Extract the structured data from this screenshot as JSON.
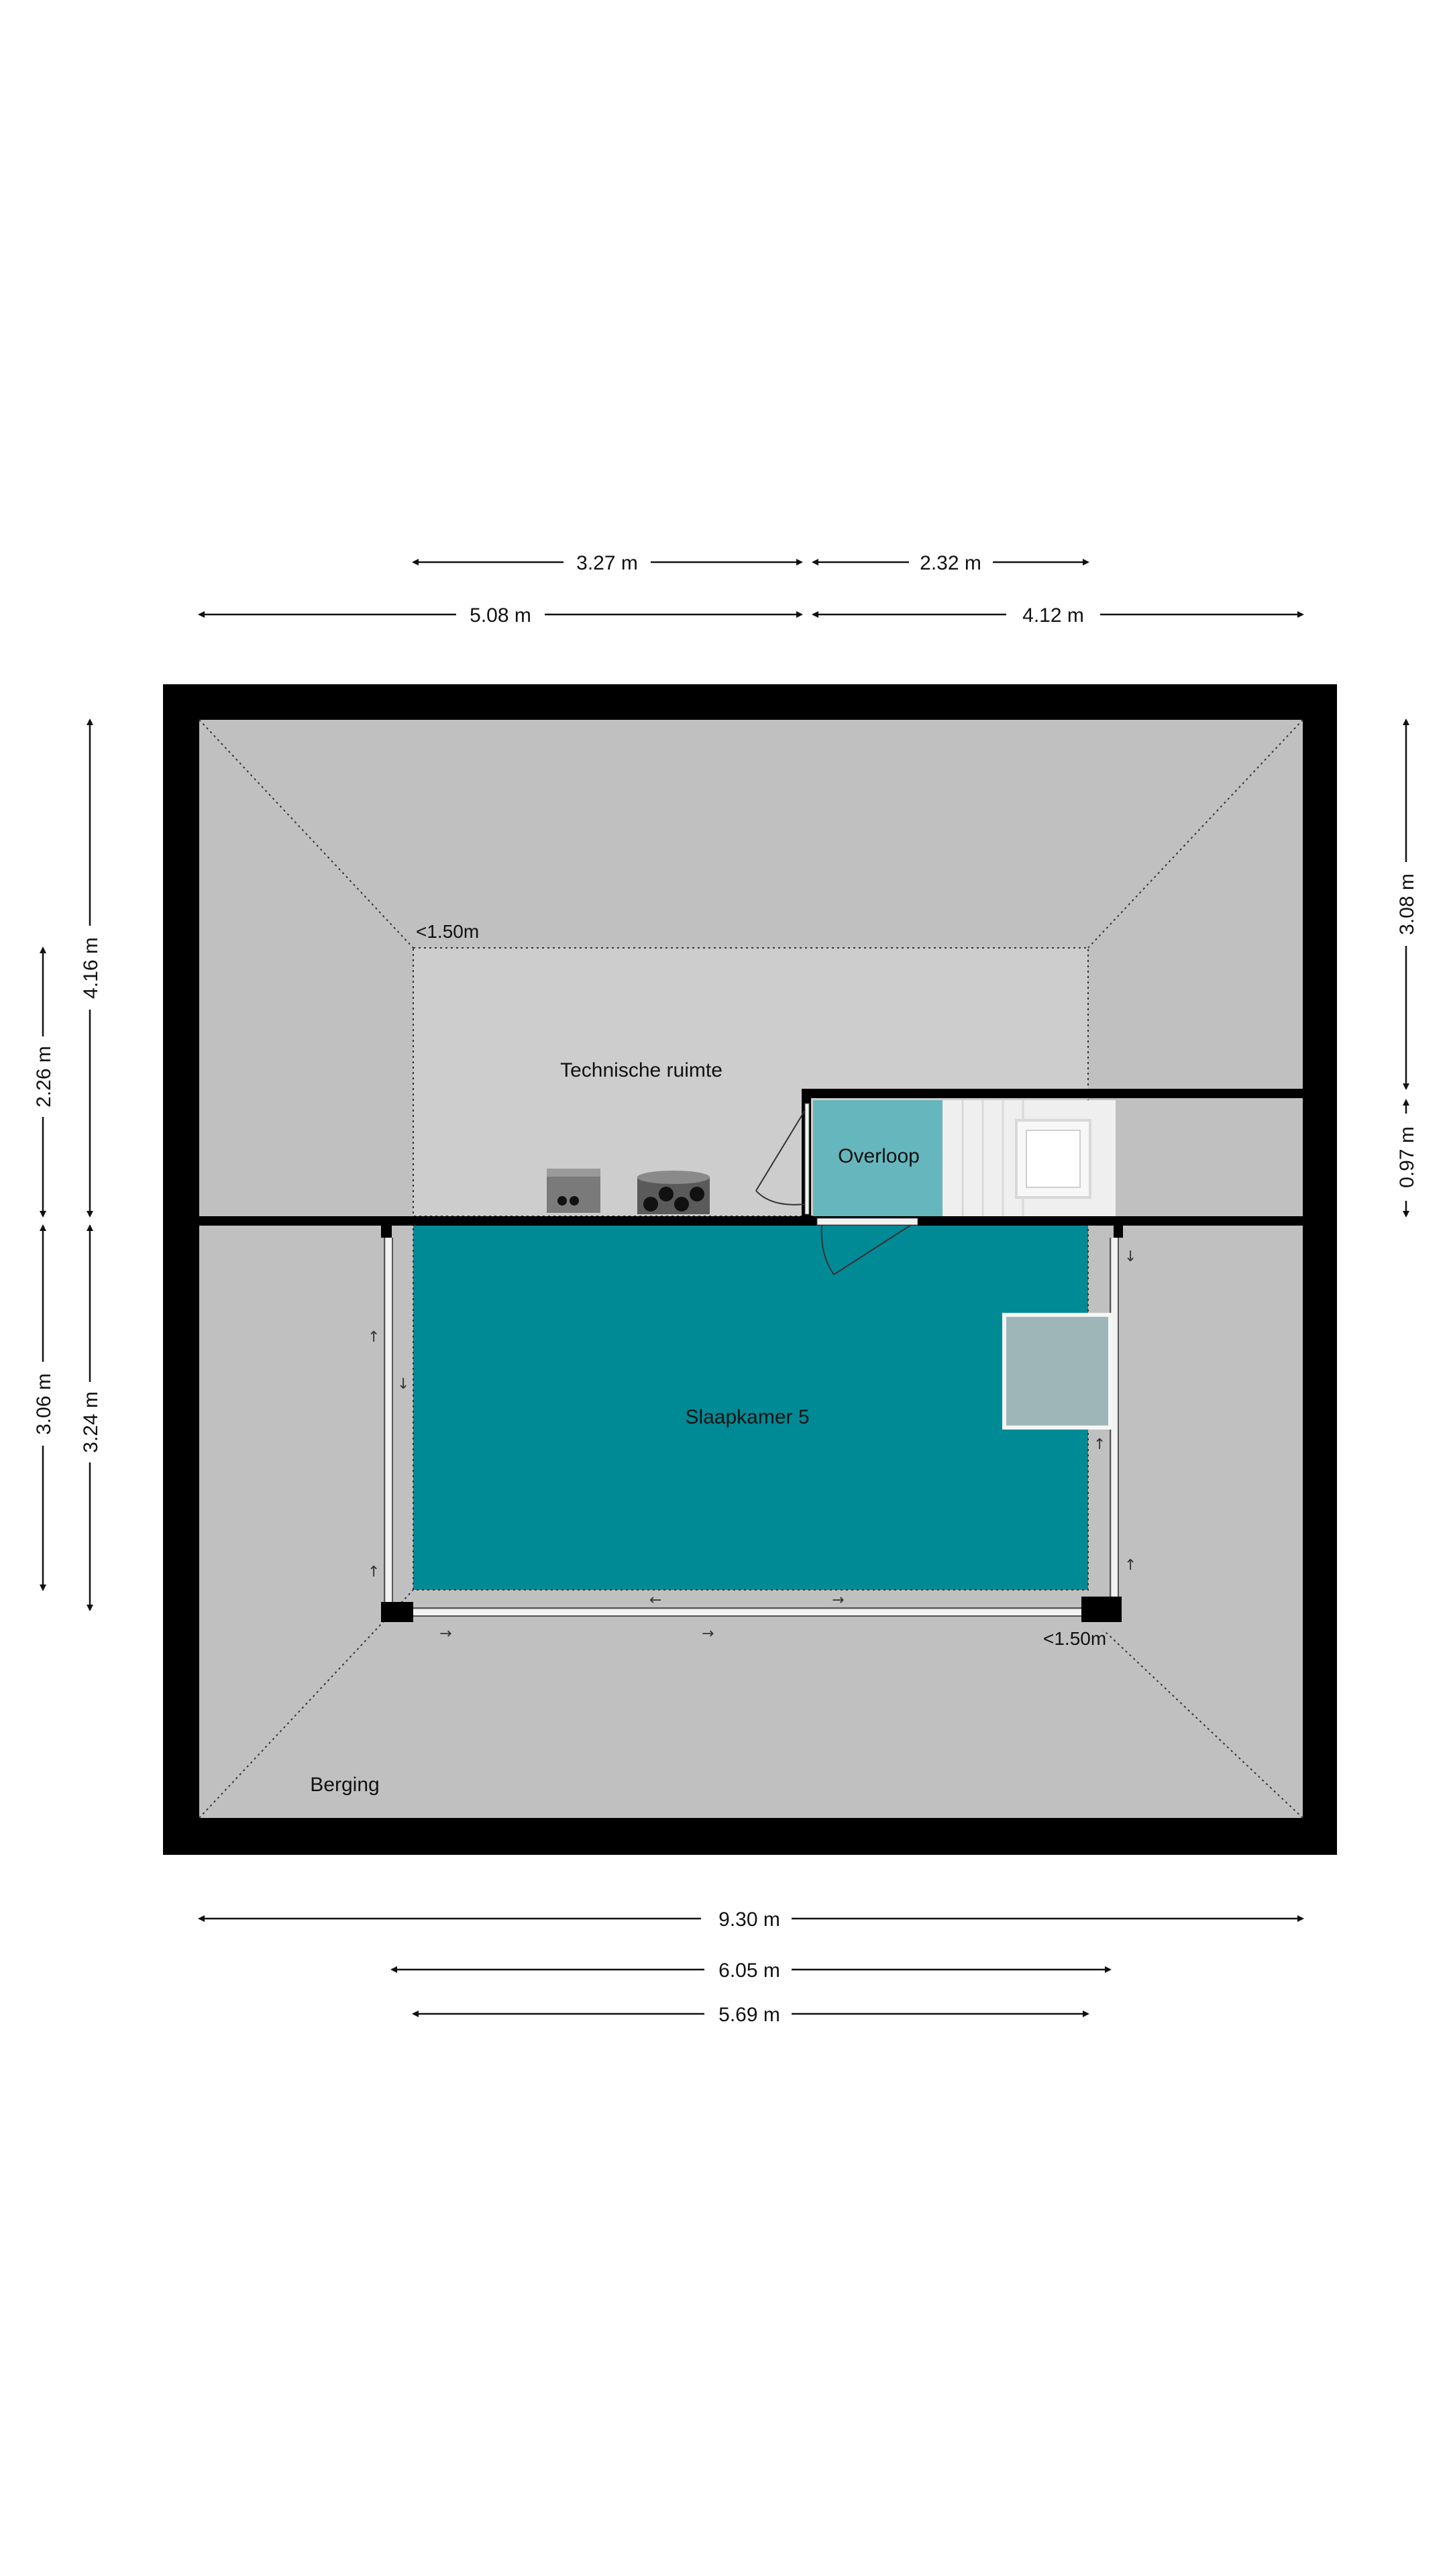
{
  "rooms": {
    "technische_ruimte": "Technische ruimte",
    "overloop": "Overloop",
    "slaapkamer": "Slaapkamer 5",
    "berging": "Berging"
  },
  "height_notes": {
    "top": "<1.50m",
    "bottom": "<1.50m"
  },
  "dimensions": {
    "top_inner_left": "3.27 m",
    "top_inner_right": "2.32 m",
    "top_outer_left": "5.08 m",
    "top_outer_right": "4.12 m",
    "left_outer_top": "4.16 m",
    "left_inner_top": "2.26 m",
    "left_inner_bottom": "3.06 m",
    "left_outer_bottom": "3.24 m",
    "right_top": "3.08 m",
    "right_bottom": "0.97 m",
    "bottom_total": "9.30 m",
    "bottom_middle": "6.05 m",
    "bottom_inner": "5.69 m"
  },
  "colors": {
    "wall": "#000000",
    "attic_slope": "#c0c0c0",
    "technische_floor": "#cdcdcd",
    "slaapkamer": "#008a96",
    "overloop": "#66b6bd",
    "window": "#9fb6b8"
  }
}
